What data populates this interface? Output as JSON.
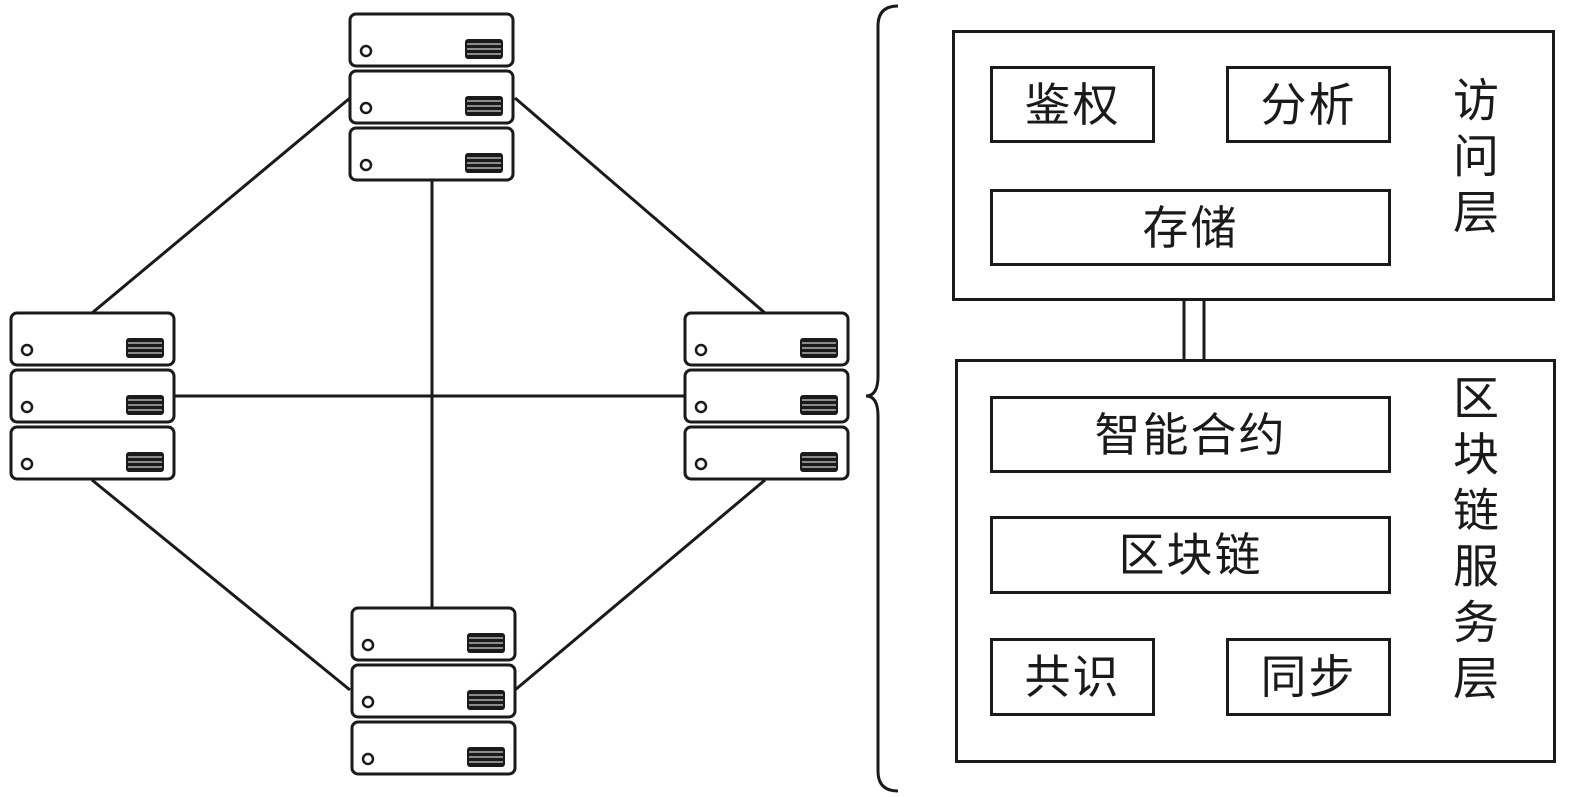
{
  "access_layer": {
    "label": "访问层",
    "modules": {
      "auth": "鉴权",
      "analysis": "分析",
      "storage": "存储"
    }
  },
  "blockchain_service_layer": {
    "label": "区块链服务层",
    "modules": {
      "smart_contract": "智能合约",
      "blockchain": "区块链",
      "consensus": "共识",
      "sync": "同步"
    }
  },
  "network": {
    "nodes": [
      "top",
      "left",
      "right",
      "bottom"
    ],
    "servers_per_node": 3,
    "links": [
      [
        "top",
        "left"
      ],
      [
        "top",
        "right"
      ],
      [
        "top",
        "bottom"
      ],
      [
        "left",
        "right"
      ],
      [
        "left",
        "bottom"
      ],
      [
        "right",
        "bottom"
      ]
    ]
  },
  "colors": {
    "stroke": "#1a1a1a",
    "background": "#ffffff"
  }
}
